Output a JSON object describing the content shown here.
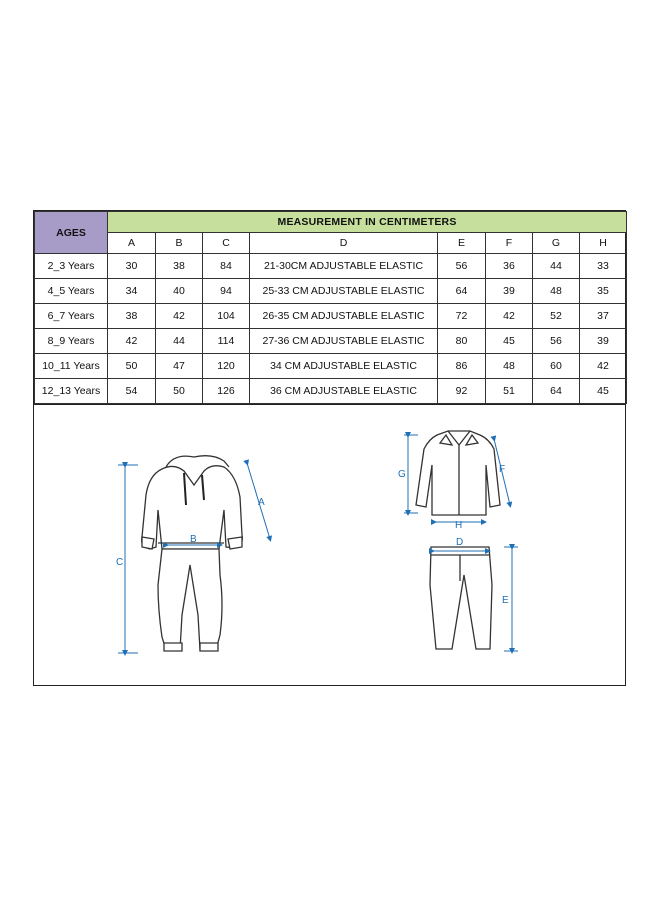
{
  "table": {
    "ages_header": "AGES",
    "measurement_header": "MEASUREMENT IN CENTIMETERS",
    "columns": [
      "A",
      "B",
      "C",
      "D",
      "E",
      "F",
      "G",
      "H"
    ],
    "rows": [
      {
        "age": "2_3 Years",
        "values": [
          "30",
          "38",
          "84",
          "21-30CM ADJUSTABLE ELASTIC",
          "56",
          "36",
          "44",
          "33"
        ]
      },
      {
        "age": "4_5 Years",
        "values": [
          "34",
          "40",
          "94",
          "25-33 CM ADJUSTABLE ELASTIC",
          "64",
          "39",
          "48",
          "35"
        ]
      },
      {
        "age": "6_7 Years",
        "values": [
          "38",
          "42",
          "104",
          "26-35 CM ADJUSTABLE ELASTIC",
          "72",
          "42",
          "52",
          "37"
        ]
      },
      {
        "age": "8_9 Years",
        "values": [
          "42",
          "44",
          "114",
          "27-36 CM ADJUSTABLE ELASTIC",
          "80",
          "45",
          "56",
          "39"
        ]
      },
      {
        "age": "10_11 Years",
        "values": [
          "50",
          "47",
          "120",
          "34 CM ADJUSTABLE ELASTIC",
          "86",
          "48",
          "60",
          "42"
        ]
      },
      {
        "age": "12_13 Years",
        "values": [
          "54",
          "50",
          "126",
          "36 CM ADJUSTABLE ELASTIC",
          "92",
          "51",
          "64",
          "45"
        ]
      }
    ]
  },
  "diagram": {
    "onesie_labels": {
      "a": "A",
      "b": "B",
      "c": "C"
    },
    "shirt_labels": {
      "f": "F",
      "g": "G",
      "h": "H"
    },
    "pants_labels": {
      "d": "D",
      "e": "E"
    },
    "measure_color": "#1f6fb5"
  }
}
